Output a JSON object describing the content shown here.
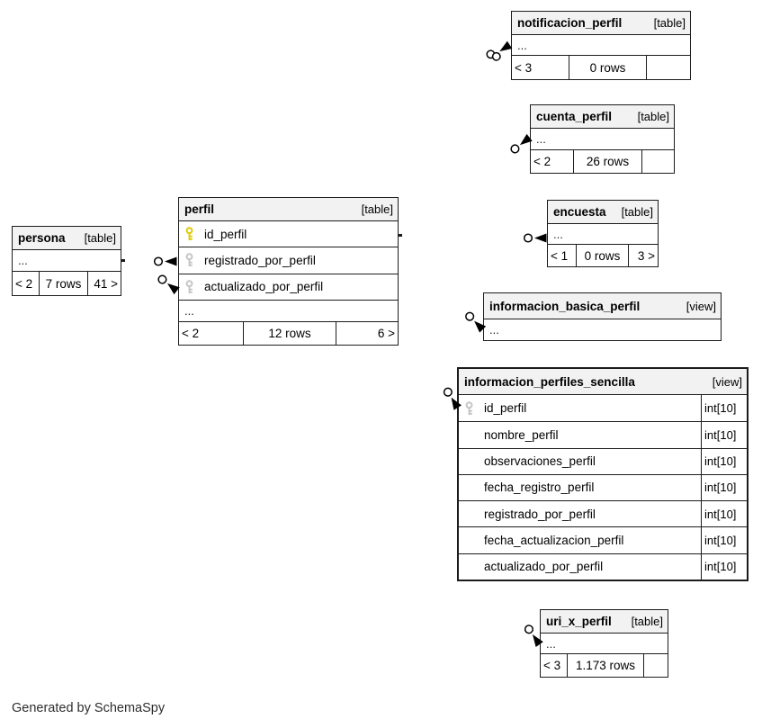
{
  "diagram": {
    "generated_by": "Generated by SchemaSpy"
  },
  "colors": {
    "primary_key": "#e0ca00",
    "foreign_key": "#c4c4c4",
    "header_bg": "#f2f2f2",
    "border": "#1c1c1c"
  },
  "tables": {
    "notificacion_perfil": {
      "name": "notificacion_perfil",
      "kind": "[table]",
      "more": "...",
      "footer": {
        "left": "< 3",
        "center": "0 rows",
        "right": ""
      }
    },
    "cuenta_perfil": {
      "name": "cuenta_perfil",
      "kind": "[table]",
      "more": "...",
      "footer": {
        "left": "< 2",
        "center": "26 rows",
        "right": ""
      }
    },
    "encuesta": {
      "name": "encuesta",
      "kind": "[table]",
      "more": "...",
      "footer": {
        "left": "< 1",
        "center": "0 rows",
        "right": "3 >"
      }
    },
    "informacion_basica_perfil": {
      "name": "informacion_basica_perfil",
      "kind": "[view]",
      "more": "..."
    },
    "informacion_perfiles_sencilla": {
      "name": "informacion_perfiles_sencilla",
      "kind": "[view]",
      "columns": [
        {
          "name": "id_perfil",
          "type": "int[10]",
          "key": "foreign"
        },
        {
          "name": "nombre_perfil",
          "type": "int[10]",
          "key": ""
        },
        {
          "name": "observaciones_perfil",
          "type": "int[10]",
          "key": ""
        },
        {
          "name": "fecha_registro_perfil",
          "type": "int[10]",
          "key": ""
        },
        {
          "name": "registrado_por_perfil",
          "type": "int[10]",
          "key": ""
        },
        {
          "name": "fecha_actualizacion_perfil",
          "type": "int[10]",
          "key": ""
        },
        {
          "name": "actualizado_por_perfil",
          "type": "int[10]",
          "key": ""
        }
      ]
    },
    "uri_x_perfil": {
      "name": "uri_x_perfil",
      "kind": "[table]",
      "more": "...",
      "footer": {
        "left": "< 3",
        "center": "1.173 rows",
        "right": ""
      }
    },
    "persona": {
      "name": "persona",
      "kind": "[table]",
      "more": "...",
      "footer": {
        "left": "< 2",
        "center": "7 rows",
        "right": "41 >"
      }
    },
    "perfil": {
      "name": "perfil",
      "kind": "[table]",
      "columns": [
        {
          "name": "id_perfil",
          "key": "primary"
        },
        {
          "name": "registrado_por_perfil",
          "key": "foreign"
        },
        {
          "name": "actualizado_por_perfil",
          "key": "foreign"
        }
      ],
      "more": "...",
      "footer": {
        "left": "< 2",
        "center": "12 rows",
        "right": "6 >"
      }
    }
  }
}
